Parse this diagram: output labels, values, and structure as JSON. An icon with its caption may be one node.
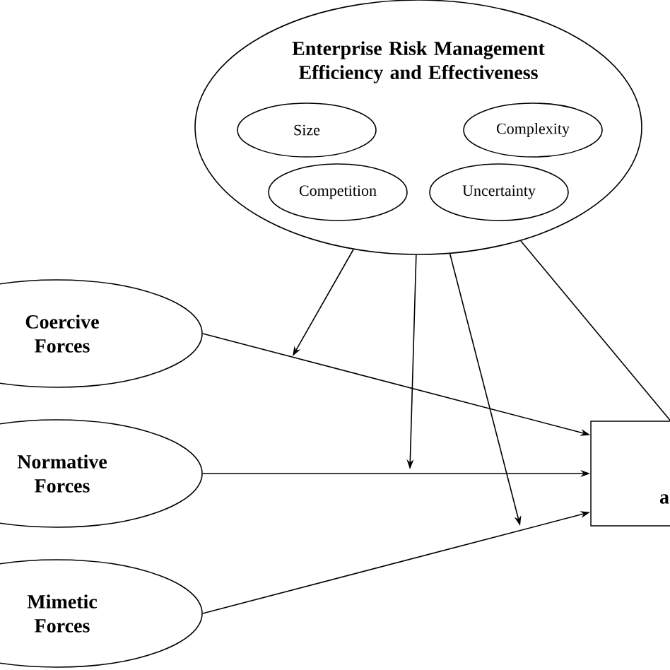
{
  "diagram": {
    "nodes": [
      {
        "text": [
          "Enterprise Risk Management Efficiency and Effectiveness"
        ]
      },
      {
        "text": [
          "Size"
        ],
        "in": 0
      },
      {
        "text": [
          "Complexity"
        ],
        "in": 0
      },
      {
        "text": [
          "Competition"
        ],
        "in": 0
      },
      {
        "text": [
          "Uncertainty"
        ],
        "in": 0
      },
      {
        "text": [
          "Coercive Forces"
        ]
      },
      {
        "text": [
          "Normative Forces"
        ]
      },
      {
        "text": [
          "Mimetic Forces"
        ]
      },
      {
        "text": [
          "a"
        ]
      }
    ],
    "edges": [
      {
        "from": 5,
        "to": 8,
        "arrow": "to"
      },
      {
        "from": 6,
        "to": 8,
        "arrow": "to"
      },
      {
        "from": 7,
        "to": 8,
        "arrow": "to"
      },
      {
        "from": 0,
        "to": null,
        "arrow": "to"
      },
      {
        "from": 0,
        "to": null,
        "arrow": "to"
      },
      {
        "from": 0,
        "to": null,
        "arrow": "to"
      },
      {
        "from": 0,
        "to": 8,
        "arrow": "none"
      }
    ]
  }
}
